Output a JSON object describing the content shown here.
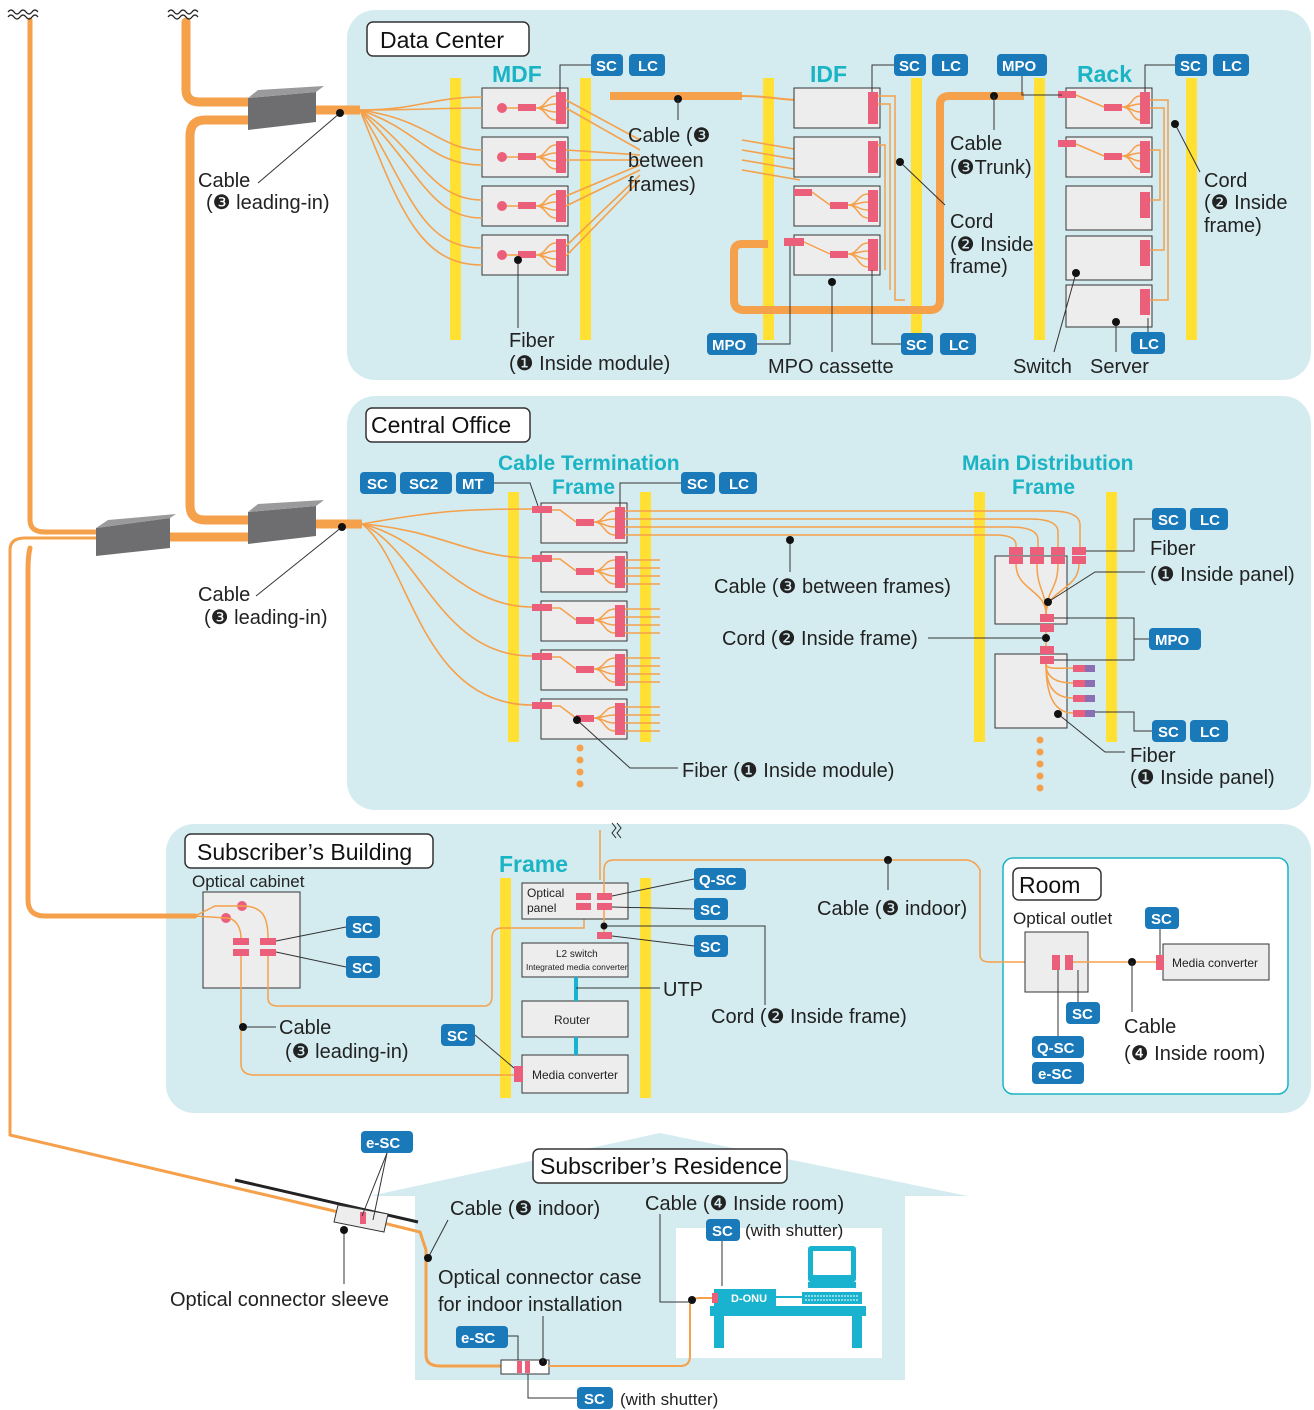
{
  "sections": {
    "data_center": "Data Center",
    "central_office": "Central Office",
    "subscribers_building": "Subscriber’s Building",
    "subscribers_residence": "Subscriber’s Residence",
    "room": "Room"
  },
  "frames": {
    "mdf": "MDF",
    "idf": "IDF",
    "rack": "Rack",
    "ctf_line1": "Cable Termination",
    "ctf_line2": "Frame",
    "mdf2_line1": "Main Distribution",
    "mdf2_line2": "Frame",
    "frame": "Frame"
  },
  "tags": {
    "sc": "SC",
    "lc": "LC",
    "mpo": "MPO",
    "sc2": "SC2",
    "mt": "MT",
    "qsc": "Q-SC",
    "esc": "e-SC"
  },
  "labels": {
    "cable": "Cable",
    "cord": "Cord",
    "fiber": "Fiber",
    "leading_in": "(❸ leading-in)",
    "dc_between_1": "Cable (❸",
    "dc_between_2": "between",
    "dc_between_3": "frames)",
    "trunk": "(❸Trunk)",
    "cord_inside_frame_1": "(❷ Inside",
    "cord_inside_frame_2": "frame)",
    "fiber_inside_module": "(❶ Inside module)",
    "mpo_cassette": "MPO cassette",
    "switch": "Switch",
    "server": "Server",
    "co_between": "Cable (❸ between frames)",
    "co_cord": "Cord (❷ Inside frame)",
    "co_fiber_module": "Fiber (❶ Inside module)",
    "inside_panel": "(❶ Inside panel)",
    "optical_cabinet": "Optical cabinet",
    "optical_panel_1": "Optical",
    "optical_panel_2": "panel",
    "l2_switch_1": "L2 switch",
    "l2_switch_2": "Integrated media converter",
    "router": "Router",
    "media_converter": "Media converter",
    "utp": "UTP",
    "sb_cord": "Cord (❷ Inside frame)",
    "cable_indoor": "Cable (❸ indoor)",
    "optical_outlet": "Optical outlet",
    "inside_room": "(❹ Inside room)",
    "sr_cable_inside_room": "Cable (❹ Inside room)",
    "with_shutter": "(with shutter)",
    "d_onu": "D-ONU",
    "case_1": "Optical connector case",
    "case_2": "for indoor installation",
    "sleeve": "Optical connector sleeve"
  },
  "colors": {
    "panel_bg": "#d4ecf0",
    "cable": "#f5a04a",
    "rail": "#ffe033",
    "connector": "#ec5f7a",
    "tag": "#1a79b9",
    "frame_title": "#1ab4c4",
    "cyan_cable": "#19b3d0"
  }
}
